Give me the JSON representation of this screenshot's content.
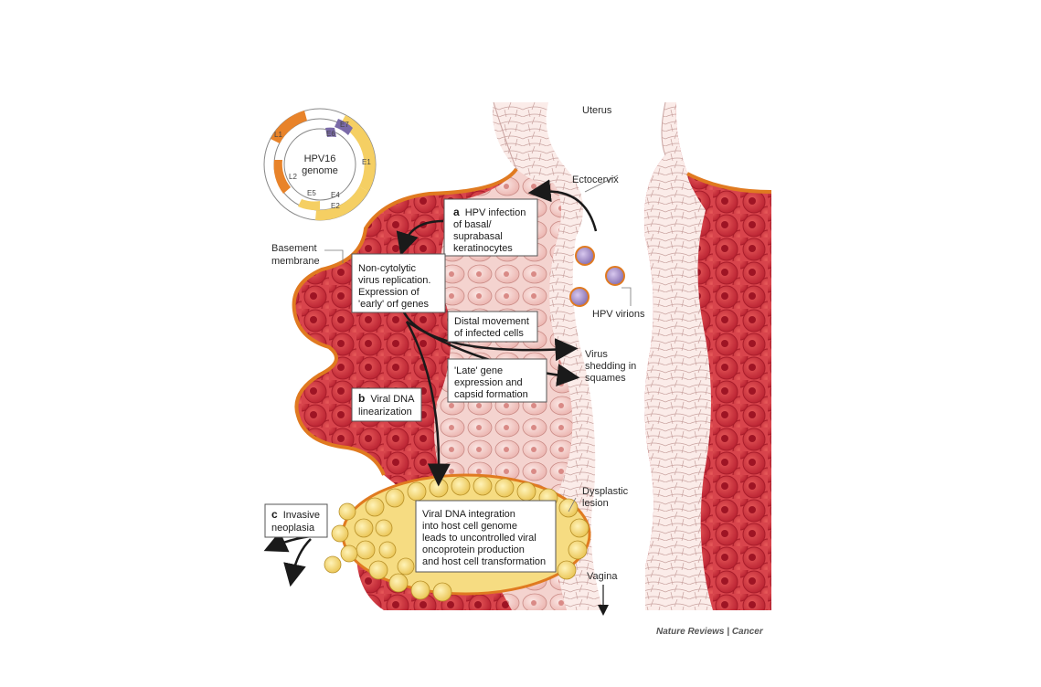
{
  "genome": {
    "title_line1": "HPV16",
    "title_line2": "genome",
    "genes": {
      "l1": "L1",
      "l2": "L2",
      "e1": "E1",
      "e2": "E2",
      "e4": "E4",
      "e5": "E5",
      "e6": "E6",
      "e7": "E7"
    }
  },
  "labels": {
    "uterus": "Uterus",
    "ectocervix": "Ectocervix",
    "basement_line1": "Basement",
    "basement_line2": "membrane",
    "virions": "HPV virions",
    "shedding_line1": "Virus",
    "shedding_line2": "shedding in",
    "shedding_line3": "squames",
    "dysplastic_line1": "Dysplastic",
    "dysplastic_line2": "lesion",
    "vagina": "Vagina",
    "footer": "Nature Reviews | Cancer"
  },
  "boxes": {
    "a": {
      "letter": "a",
      "line1": "HPV infection",
      "line2": "of basal/",
      "line3": "suprabasal",
      "line4": "keratinocytes"
    },
    "replication": {
      "line1": "Non-cytolytic",
      "line2": "virus replication.",
      "line3": "Expression of",
      "line4": "'early' orf genes"
    },
    "distal": {
      "line1": "Distal movement",
      "line2": "of infected cells"
    },
    "late": {
      "line1": "'Late' gene",
      "line2": "expression and",
      "line3": "capsid formation"
    },
    "b": {
      "letter": "b",
      "line1": "Viral DNA",
      "line2": "linearization"
    },
    "c": {
      "letter": "c",
      "line1": "Invasive",
      "line2": "neoplasia"
    },
    "integration": {
      "line1": "Viral DNA integration",
      "line2": "into host cell genome",
      "line3": "leads to uncontrolled viral",
      "line4": "oncoprotein production",
      "line5": "and host cell transformation"
    }
  },
  "colors": {
    "tissue_red": "#c8283a",
    "tissue_pink": "#f2c8c4",
    "membrane_orange": "#e07a20",
    "lesion_yellow": "#f3d36a",
    "virion_purple": "#8a72b8",
    "genome_orange": "#e8832a",
    "genome_yellow": "#f5cf63",
    "genome_purple": "#7a6aa8"
  }
}
